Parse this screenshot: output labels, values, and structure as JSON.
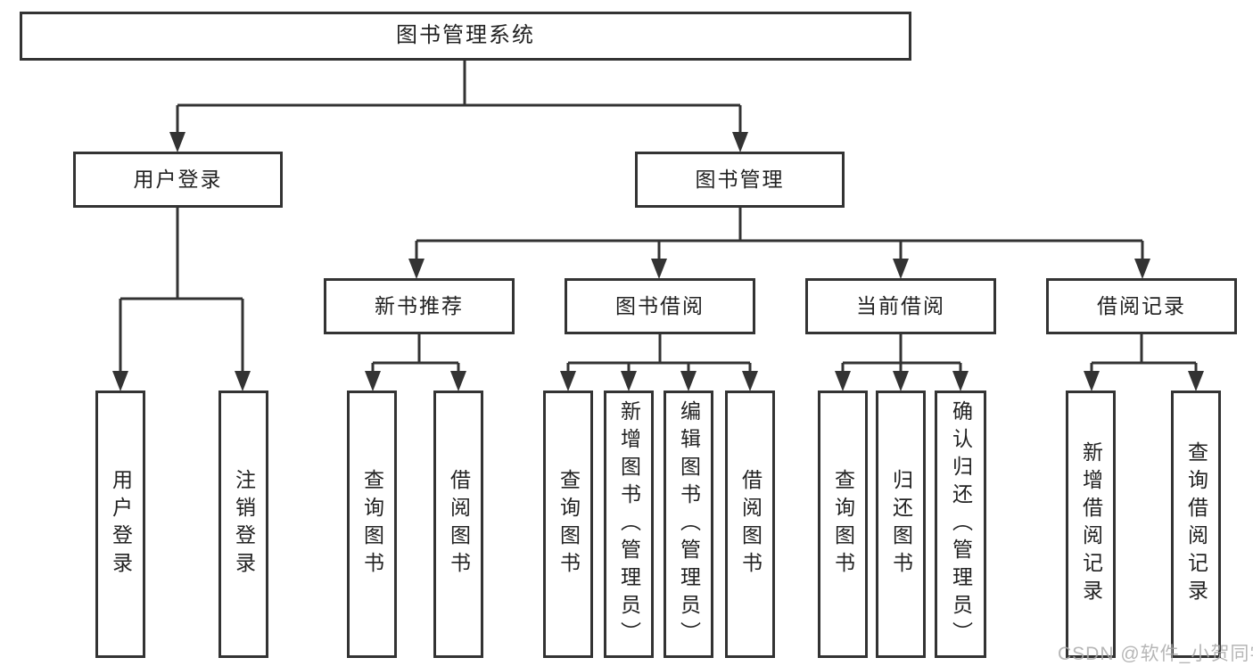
{
  "diagram_title": "图书管理系统",
  "watermark": "CSDN @软件_小贺同学",
  "colors": {
    "line": "#333333",
    "text": "#222222",
    "background": "#ffffff",
    "watermark": "#aaaaaa"
  },
  "tree": {
    "root": "图书管理系统",
    "level2": [
      {
        "label": "用户登录",
        "children": [
          "用户登录",
          "注销登录"
        ]
      },
      {
        "label": "图书管理",
        "children": [
          {
            "label": "新书推荐",
            "children": [
              "查询图书",
              "借阅图书"
            ]
          },
          {
            "label": "图书借阅",
            "children": [
              "查询图书",
              "新增图书（管理员）",
              "编辑图书（管理员）",
              "借阅图书"
            ]
          },
          {
            "label": "当前借阅",
            "children": [
              "查询图书",
              "归还图书",
              "确认归还（管理员）"
            ]
          },
          {
            "label": "借阅记录",
            "children": [
              "新增借阅记录",
              "查询借阅记录"
            ]
          }
        ]
      }
    ]
  }
}
